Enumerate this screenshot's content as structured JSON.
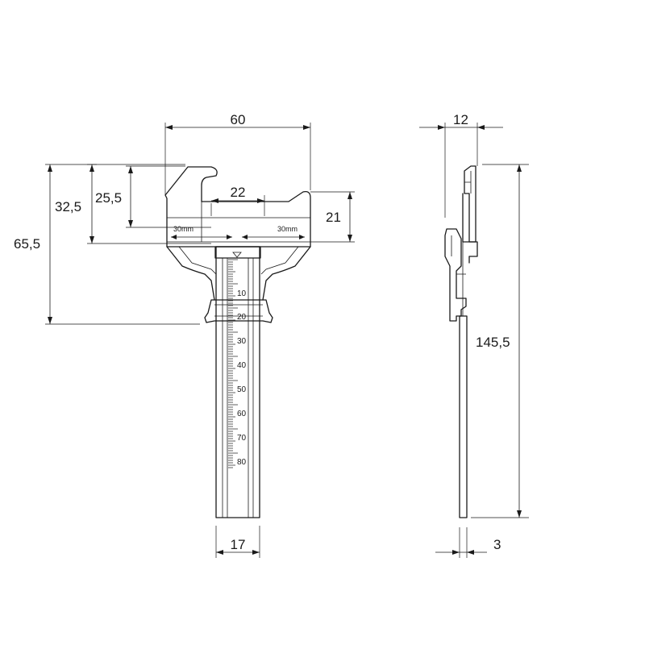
{
  "dimensions": {
    "overall_width": "60",
    "side_thickness": "12",
    "jaw_opening": "22",
    "height_32_5": "32,5",
    "height_25_5": "25,5",
    "height_65_5": "65,5",
    "jaw_depth": "21",
    "total_length": "145,5",
    "bar_width": "17",
    "strip_thickness": "3"
  },
  "jaw_labels": {
    "left": "30mm",
    "right": "30mm"
  },
  "scale_labels": [
    "10",
    "20",
    "30",
    "40",
    "50",
    "60",
    "70",
    "80"
  ]
}
